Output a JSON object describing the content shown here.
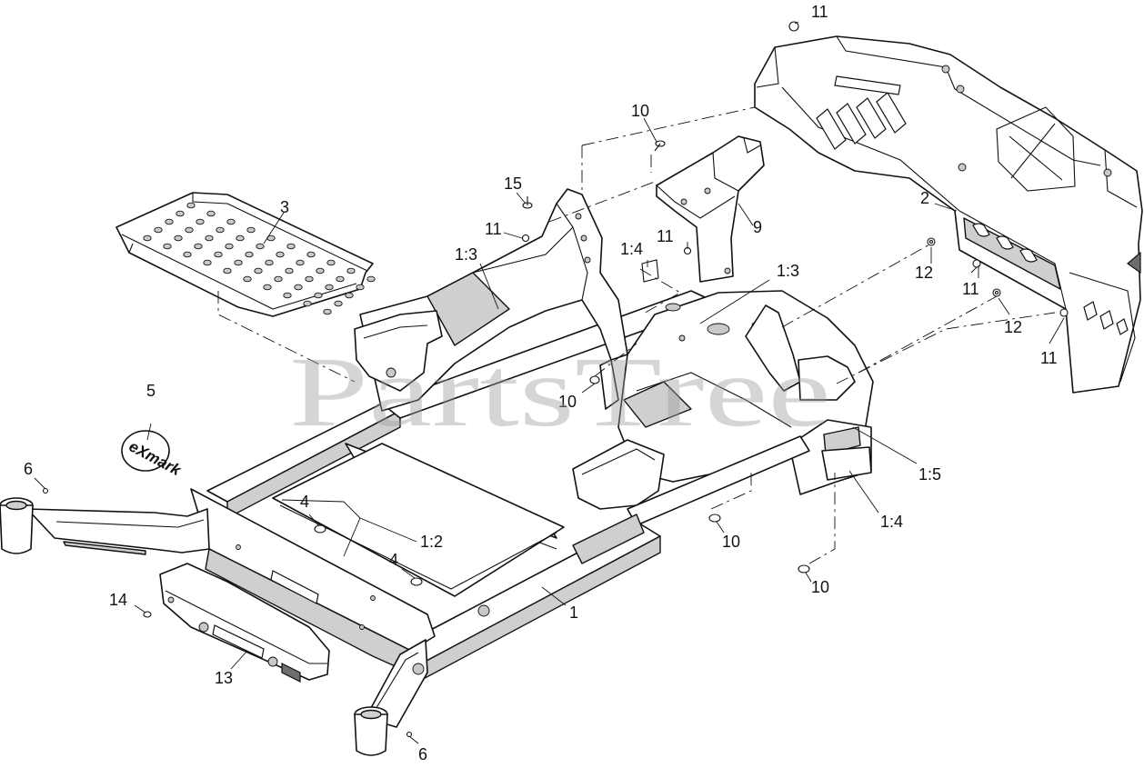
{
  "diagram": {
    "watermark": "PartsTree",
    "logo": {
      "text": "eXmark"
    },
    "callouts": [
      {
        "id": "c-11-top",
        "text": "11"
      },
      {
        "id": "c-10-top",
        "text": "10"
      },
      {
        "id": "c-15",
        "text": "15"
      },
      {
        "id": "c-3",
        "text": "3"
      },
      {
        "id": "c-11-a",
        "text": "11"
      },
      {
        "id": "c-2",
        "text": "2"
      },
      {
        "id": "c-9",
        "text": "9"
      },
      {
        "id": "c-1-3-left",
        "text": "1:3"
      },
      {
        "id": "c-1-4-upper",
        "text": "1:4"
      },
      {
        "id": "c-11-b",
        "text": "11"
      },
      {
        "id": "c-1-3-right",
        "text": "1:3"
      },
      {
        "id": "c-12-a",
        "text": "12"
      },
      {
        "id": "c-11-c",
        "text": "11"
      },
      {
        "id": "c-12-b",
        "text": "12"
      },
      {
        "id": "c-11-d",
        "text": "11"
      },
      {
        "id": "c-5",
        "text": "5"
      },
      {
        "id": "c-10-mid",
        "text": "10"
      },
      {
        "id": "c-6-left",
        "text": "6"
      },
      {
        "id": "c-1-5",
        "text": "1:5"
      },
      {
        "id": "c-4-a",
        "text": "4"
      },
      {
        "id": "c-1-4-lower",
        "text": "1:4"
      },
      {
        "id": "c-1-2",
        "text": "1:2"
      },
      {
        "id": "c-10-b",
        "text": "10"
      },
      {
        "id": "c-4-b",
        "text": "4"
      },
      {
        "id": "c-10-c",
        "text": "10"
      },
      {
        "id": "c-14",
        "text": "14"
      },
      {
        "id": "c-1",
        "text": "1"
      },
      {
        "id": "c-13",
        "text": "13"
      },
      {
        "id": "c-6-bottom",
        "text": "6"
      }
    ]
  }
}
